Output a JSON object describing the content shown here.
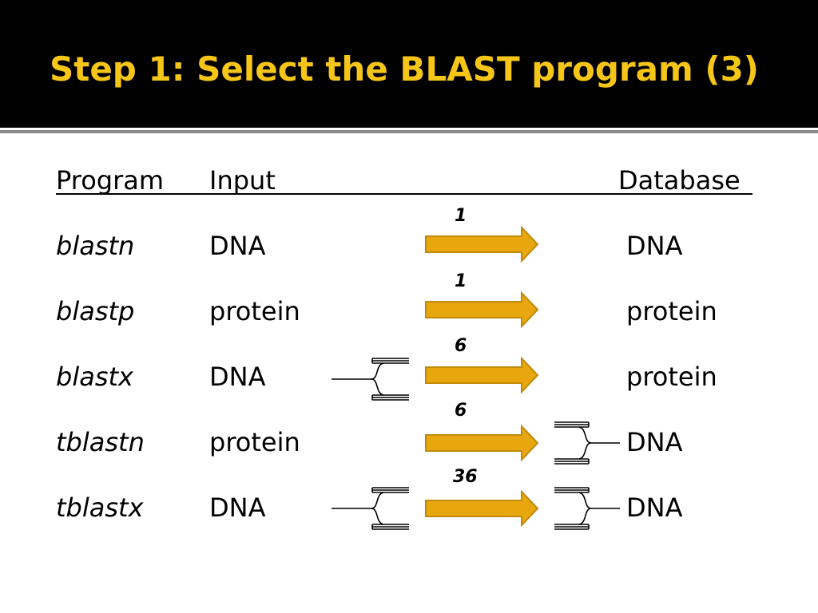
{
  "slide": {
    "title": "Step 1: Select the BLAST program (3)"
  },
  "colors": {
    "title_bg": "#000000",
    "title_text": "#f5c518",
    "arrow_fill": "#e8a70e",
    "arrow_outline": "#c08a0b"
  },
  "table": {
    "headers": {
      "program": "Program",
      "input": "Input",
      "database": "Database"
    },
    "rows": [
      {
        "program": "blastn",
        "input": "DNA",
        "count": "1",
        "database": "DNA"
      },
      {
        "program": "blastp",
        "input": "protein",
        "count": "1",
        "database": "protein"
      },
      {
        "program": "blastx",
        "input": "DNA",
        "count": "6",
        "database": "protein"
      },
      {
        "program": "tblastn",
        "input": "protein",
        "count": "6",
        "database": "DNA"
      },
      {
        "program": "tblastx",
        "input": "DNA",
        "count": "36",
        "database": "DNA"
      }
    ]
  }
}
